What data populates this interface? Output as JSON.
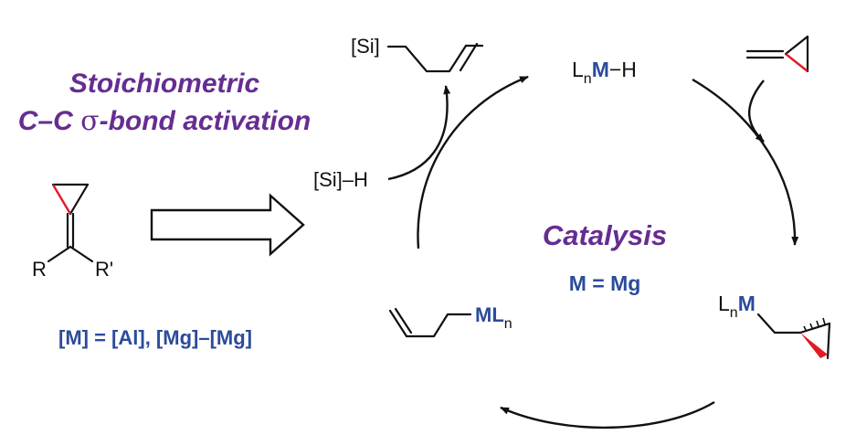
{
  "left_panel": {
    "title_line1": "Stoichiometric",
    "title_line2_prefix": "C–C ",
    "title_line2_sigma": "σ",
    "title_line2_suffix": "-bond activation",
    "label_r": "R",
    "label_r_prime": "R'",
    "metals": "[M] = [Al], [Mg]–[Mg]"
  },
  "cycle": {
    "catalysis": "Catalysis",
    "metal": "M = Mg",
    "hydride_L": "L",
    "hydride_n": "n",
    "hydride_M": "M",
    "hydride_H": "−H",
    "silane": "[Si]–H",
    "silyl_product": "[Si]",
    "butenyl_M": "ML",
    "butenyl_n": "n",
    "cyclopropyl_L": "L",
    "cyclopropyl_n": "n",
    "cyclopropyl_M": "M"
  },
  "colors": {
    "title": "#662d91",
    "metal": "#2b4b9b",
    "bond_highlight": "#e01b24"
  }
}
